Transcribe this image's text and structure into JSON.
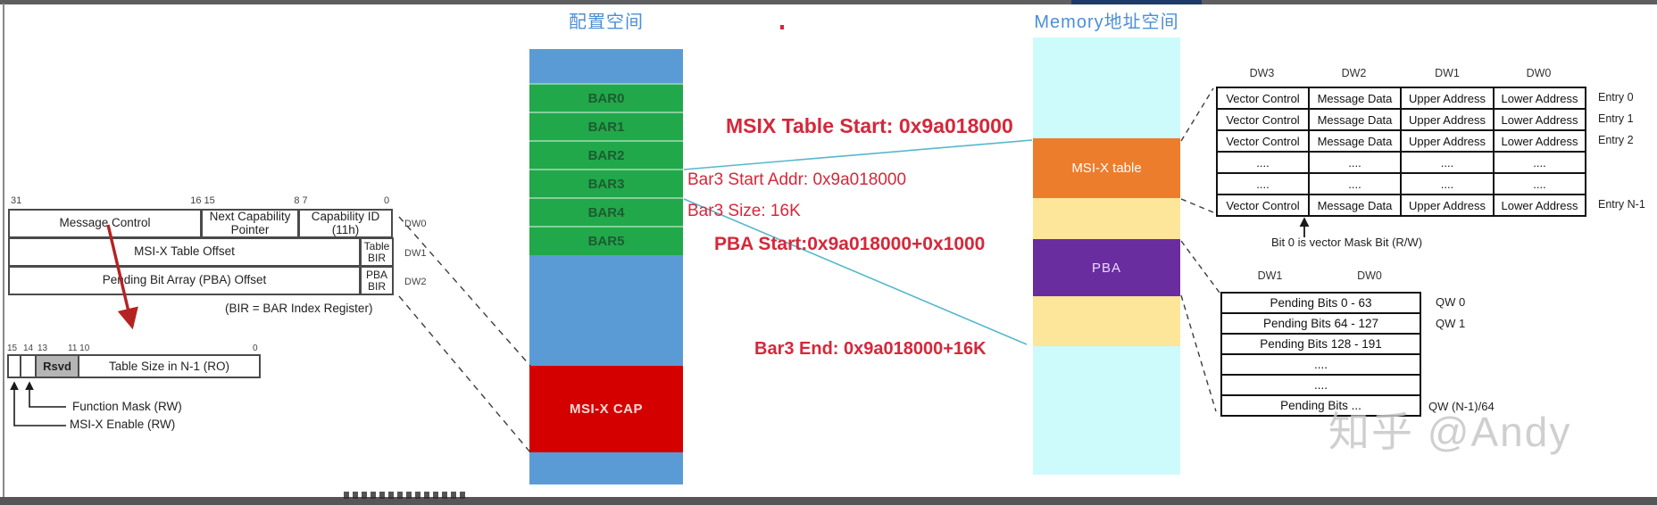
{
  "titles": {
    "config_space": "配置空间",
    "memory_space": "Memory地址空间"
  },
  "cap_register": {
    "bit_labels": [
      "31",
      "16 15",
      "8 7",
      "0"
    ],
    "msg_control": "Message Control",
    "next_cap_ptr": "Next Capability Pointer",
    "cap_id": "Capability ID (11h)",
    "table_offset": "MSI-X Table Offset",
    "table_bir": "Table BIR",
    "pba_offset": "Pending Bit Array (PBA) Offset",
    "pba_bir": "PBA BIR",
    "dw_labels": [
      "DW0",
      "DW1",
      "DW2"
    ],
    "bir_note": "(BIR = BAR Index Register)"
  },
  "msg_ctrl_register": {
    "bit_labels": [
      "15",
      "14",
      "13",
      "11 10",
      "0"
    ],
    "rsvd": "Rsvd",
    "table_size": "Table Size in N-1 (RO)",
    "function_mask": "Function Mask (RW)",
    "msix_enable": "MSI-X Enable (RW)"
  },
  "config_column": {
    "bars": [
      "BAR0",
      "BAR1",
      "BAR2",
      "BAR3",
      "BAR4",
      "BAR5"
    ],
    "msix_cap": "MSI-X CAP"
  },
  "memory_column": {
    "msix_table": "MSI-X table",
    "pba": "PBA"
  },
  "annotations": {
    "msix_table_start": "MSIX Table Start: 0x9a018000",
    "bar3_start": "Bar3 Start Addr: 0x9a018000",
    "bar3_size": "Bar3 Size: 16K",
    "pba_start": "PBA Start:0x9a018000+0x1000",
    "bar3_end": "Bar3 End: 0x9a018000+16K"
  },
  "msix_entry_table": {
    "headers": [
      "DW3",
      "DW2",
      "DW1",
      "DW0"
    ],
    "rows": [
      {
        "cells": [
          "Vector Control",
          "Message Data",
          "Upper Address",
          "Lower Address"
        ],
        "entry": "Entry 0"
      },
      {
        "cells": [
          "Vector Control",
          "Message Data",
          "Upper Address",
          "Lower Address"
        ],
        "entry": "Entry 1"
      },
      {
        "cells": [
          "Vector Control",
          "Message Data",
          "Upper Address",
          "Lower Address"
        ],
        "entry": "Entry 2"
      },
      {
        "cells": [
          "....",
          "....",
          "....",
          "...."
        ],
        "entry": ""
      },
      {
        "cells": [
          "....",
          "....",
          "....",
          "...."
        ],
        "entry": ""
      },
      {
        "cells": [
          "Vector Control",
          "Message Data",
          "Upper Address",
          "Lower Address"
        ],
        "entry": "Entry N-1"
      }
    ],
    "note": "Bit 0 is vector Mask Bit (R/W)"
  },
  "pba_table": {
    "headers": [
      "DW1",
      "DW0"
    ],
    "rows": [
      "Pending Bits 0 - 63",
      "Pending Bits 64 - 127",
      "Pending Bits 128 - 191",
      "....",
      "....",
      "Pending Bits ..."
    ],
    "qw_labels": [
      "QW 0",
      "QW 1",
      "QW (N-1)/64"
    ]
  },
  "watermark": "知乎 @Andy",
  "colors": {
    "config_blue": "#5b9bd5",
    "bar_green": "#21a84a",
    "msix_cap_red": "#d40000",
    "memory_cyan": "#cdfbfc",
    "msix_table_orange": "#ec7d2d",
    "pba_purple": "#6a2d9f",
    "cream": "#fde59a",
    "annotation_red": "#d5283a",
    "title_blue": "#4b8fd6",
    "connector_cyan": "#55b8cc"
  }
}
